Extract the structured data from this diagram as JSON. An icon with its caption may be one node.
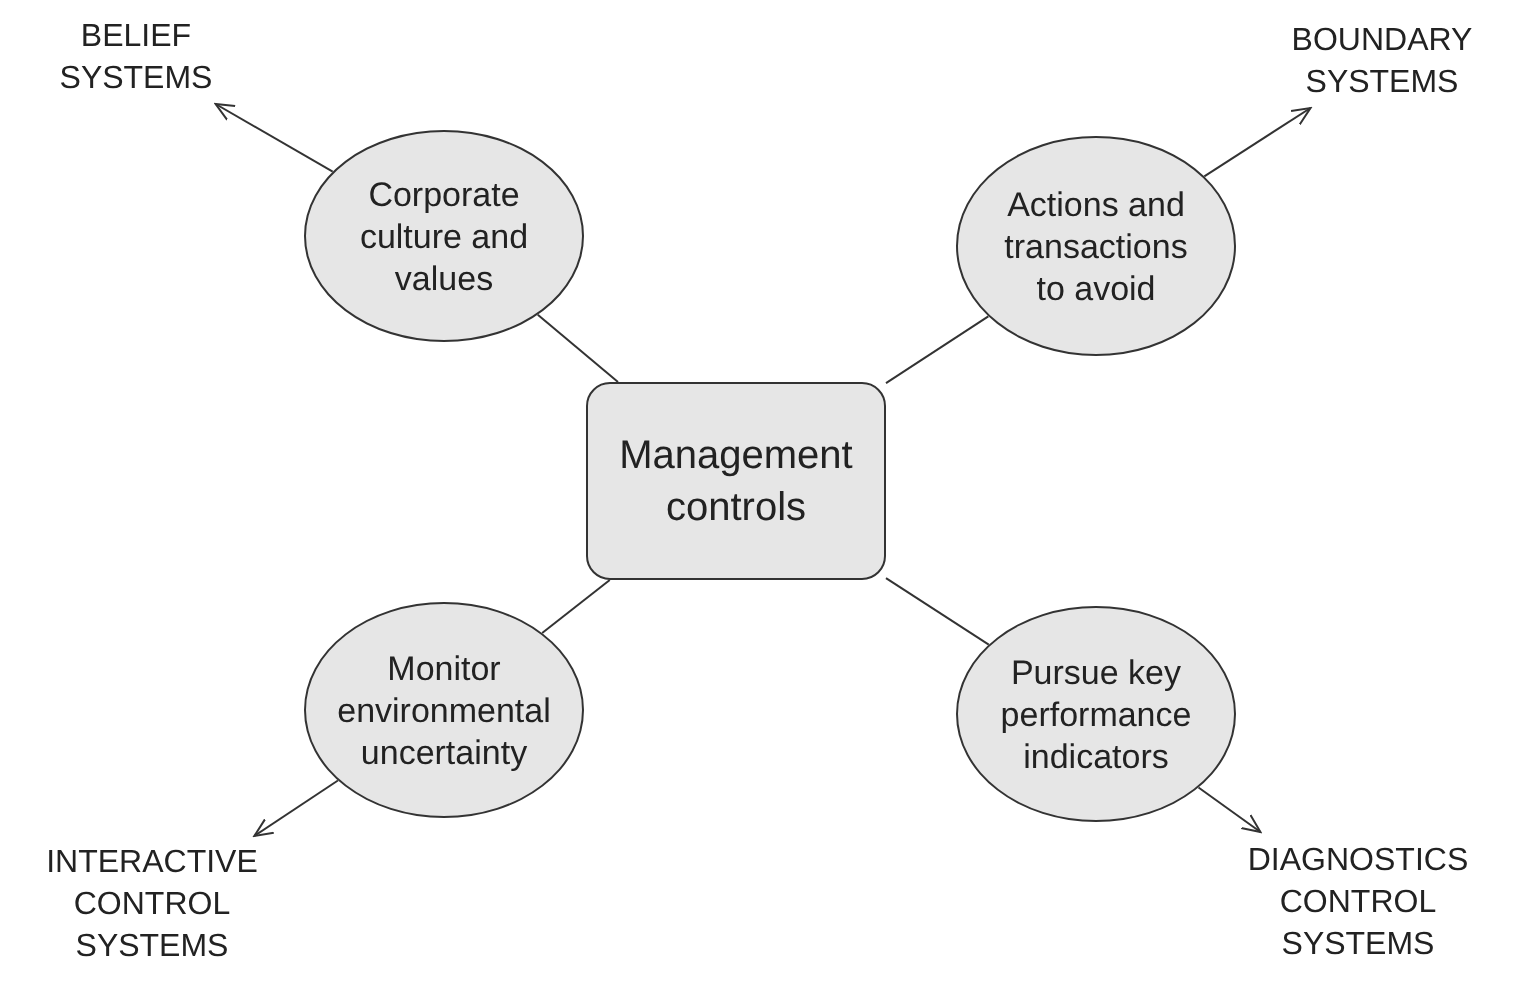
{
  "diagram": {
    "nodes": [
      {
        "text": [
          "Management controls"
        ]
      },
      {
        "text": [
          "Corporate culture and values"
        ]
      },
      {
        "text": [
          "Actions and transactions to avoid"
        ]
      },
      {
        "text": [
          "Monitor environmental uncertainty"
        ]
      },
      {
        "text": [
          "Pursue key performance indicators"
        ]
      },
      {
        "text": [
          "BELIEF SYSTEMS"
        ]
      },
      {
        "text": [
          "BOUNDARY SYSTEMS"
        ]
      },
      {
        "text": [
          "INTERACTIVE CONTROL SYSTEMS"
        ]
      },
      {
        "text": [
          "DIAGNOSTICS CONTROL SYSTEMS"
        ]
      }
    ],
    "edges": [
      {
        "from": 0,
        "to": 1,
        "arrow": "none"
      },
      {
        "from": 0,
        "to": 2,
        "arrow": "none"
      },
      {
        "from": 0,
        "to": 3,
        "arrow": "none"
      },
      {
        "from": 0,
        "to": 4,
        "arrow": "none"
      },
      {
        "from": 1,
        "to": 5,
        "arrow": "to"
      },
      {
        "from": 2,
        "to": 6,
        "arrow": "to"
      },
      {
        "from": 3,
        "to": 7,
        "arrow": "to"
      },
      {
        "from": 4,
        "to": 8,
        "arrow": "to"
      }
    ]
  }
}
